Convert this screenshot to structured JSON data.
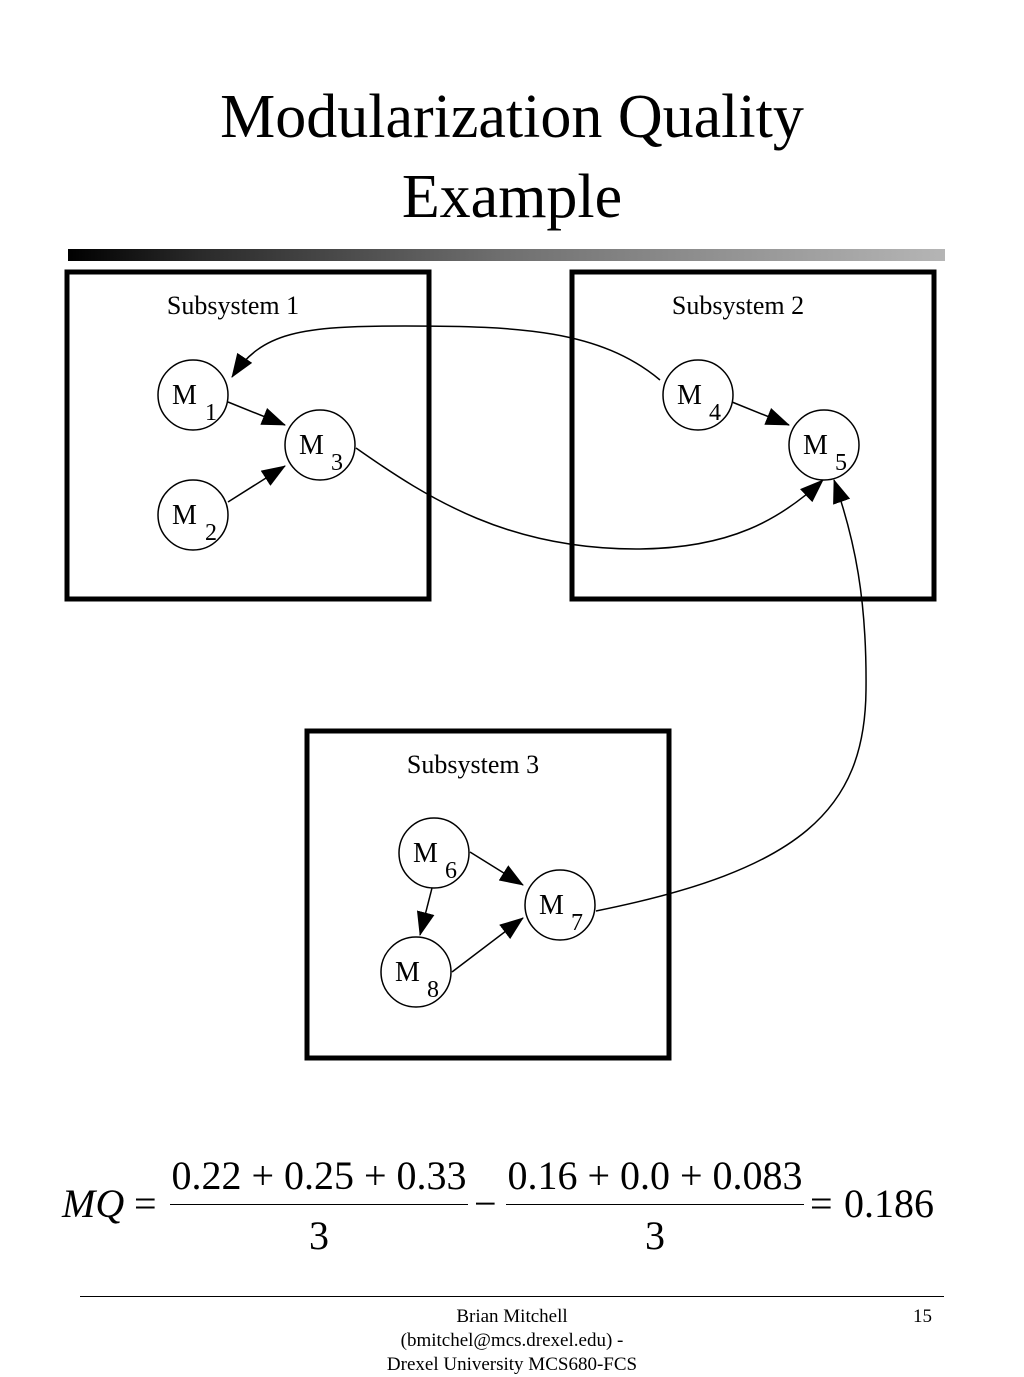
{
  "slide": {
    "title_line_1": "Modularization Quality",
    "title_line_2": "Example"
  },
  "diagram": {
    "subsystems": [
      {
        "label": "Subsystem 1"
      },
      {
        "label": "Subsystem 2"
      },
      {
        "label": "Subsystem 3"
      }
    ],
    "modules": [
      {
        "letter": "M",
        "index": "1"
      },
      {
        "letter": "M",
        "index": "2"
      },
      {
        "letter": "M",
        "index": "3"
      },
      {
        "letter": "M",
        "index": "4"
      },
      {
        "letter": "M",
        "index": "5"
      },
      {
        "letter": "M",
        "index": "6"
      },
      {
        "letter": "M",
        "index": "7"
      },
      {
        "letter": "M",
        "index": "8"
      }
    ],
    "edges": [
      {
        "from": "M1",
        "to": "M3"
      },
      {
        "from": "M2",
        "to": "M3"
      },
      {
        "from": "M4",
        "to": "M5"
      },
      {
        "from": "M4",
        "to": "M1"
      },
      {
        "from": "M3",
        "to": "M5"
      },
      {
        "from": "M6",
        "to": "M7"
      },
      {
        "from": "M6",
        "to": "M8"
      },
      {
        "from": "M8",
        "to": "M7"
      },
      {
        "from": "M7",
        "to": "M5"
      }
    ]
  },
  "formula": {
    "lhs": "MQ",
    "eq1": "=",
    "num1": "0.22 + 0.25 + 0.33",
    "den1": "3",
    "minus": "−",
    "num2": "0.16 + 0.0 + 0.083",
    "den2": "3",
    "eq2": "=",
    "result": "0.186"
  },
  "footer": {
    "author": "Brian Mitchell",
    "email": "(bmitchel@mcs.drexel.edu) -",
    "affiliation": "Drexel University MCS680-FCS",
    "page_number": "15"
  }
}
